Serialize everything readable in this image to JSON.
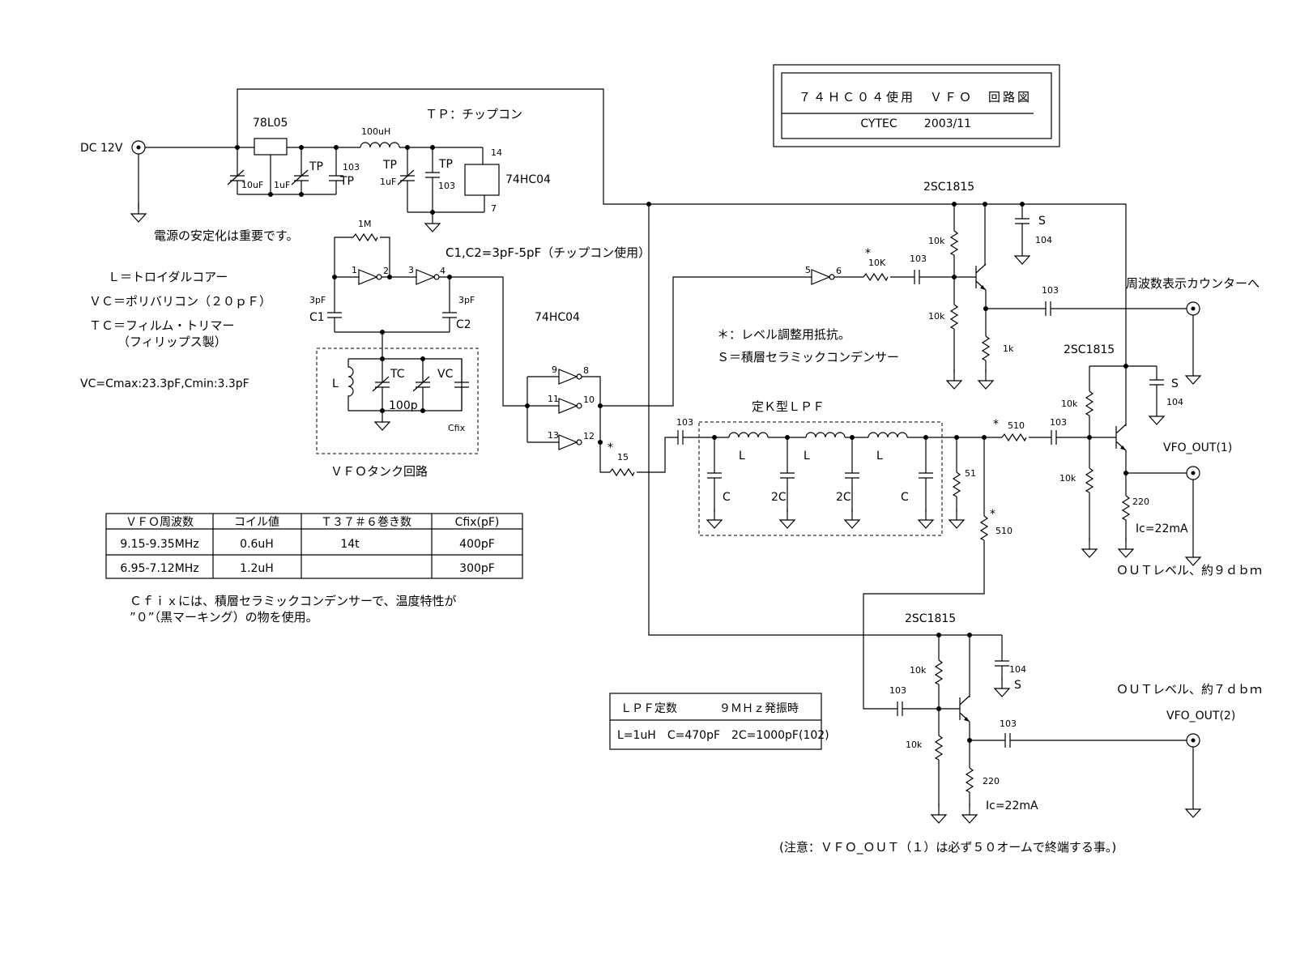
{
  "title_box": {
    "title": "７４ＨＣ０４使用　ＶＦＯ　回路図",
    "maker": "CYTEC",
    "date": "2003/11"
  },
  "power": {
    "dc_label": "DC 12V",
    "regulator": "78L05",
    "inductor": "100uH",
    "tp_title": "ＴＰ：チップコン",
    "c1": "10uF",
    "c2": "1uF",
    "c3": "1uF",
    "tp1": "TP",
    "tp2": "TP",
    "tp3": "TP",
    "tp4": "TP",
    "c103a": "103",
    "c103b": "103",
    "ic": "74HC04",
    "pin14": "14",
    "pin7": "7",
    "note": "電源の安定化は重要です。"
  },
  "notes": {
    "l": "Ｌ＝トロイダルコアー",
    "vc": "ＶＣ＝ポリバリコン（２０ｐＦ）",
    "tc": "ＴＣ＝フィルム・トリマー",
    "tc2": "（フィリップス製）",
    "vc_range": "VC=Cmax:23.3pF,Cmin:3.3pF",
    "c1c2": "C1,C2=3pF-5pF（チップコン使用）",
    "level": "＊：レベル調整用抵抗。",
    "s_cap": "Ｓ＝積層セラミックコンデンサー",
    "cfix1": "Ｃｆｉｘには、積層セラミックコンデンサーで、温度特性が",
    "cfix2": "”０”（黒マーキング）の物を使用。",
    "warning": "(注意：ＶＦＯ_ＯＵＴ（１）は必ず５０オームで終端する事。)"
  },
  "osc": {
    "r1m": "1M",
    "p1": "1",
    "p2": "2",
    "p3": "3",
    "p4": "4",
    "c1_val": "3pF",
    "c1_name": "C1",
    "c2_val": "3pF",
    "c2_name": "C2",
    "ic": "74HC04",
    "tank_l": "L",
    "tank_tc": "TC",
    "tank_vc": "VC",
    "tank_100p": "100p",
    "tank_cfix": "Cfix",
    "tank_title": "ＶＦＯタンク回路"
  },
  "buffers": {
    "p9": "9",
    "p8": "8",
    "p11": "11",
    "p10": "10",
    "p13": "13",
    "p12": "12",
    "p5": "5",
    "p6": "6",
    "r15_star": "*",
    "r15": "15"
  },
  "lpf": {
    "title": "定Ｋ型ＬＰＦ",
    "c_in": "103",
    "l1": "L",
    "l2": "L",
    "l3": "L",
    "c1": "C",
    "c2": "2C",
    "c3": "2C",
    "c4": "C",
    "r51": "51",
    "r510a_star": "*",
    "r510a": "510",
    "r510b_star": "*",
    "r510b": "510"
  },
  "stage_counter": {
    "tr": "2SC1815",
    "r_star": "*",
    "r_in": "10K",
    "c_in": "103",
    "rb1": "10k",
    "rb2": "10k",
    "re": "1k",
    "c_out": "103",
    "s": "S",
    "s_val": "104",
    "out_label": "周波数表示カウンターへ"
  },
  "stage_out1": {
    "tr": "2SC1815",
    "c_in": "103",
    "rb1": "10k",
    "rb2": "10k",
    "re": "220",
    "ic": "Ic=22mA",
    "s": "S",
    "s_val": "104",
    "out_label": "VFO_OUT(1)",
    "level": "ＯＵＴレベル、約９ｄｂｍ"
  },
  "stage_out2": {
    "tr": "2SC1815",
    "c_in": "103",
    "rb1": "10k",
    "rb2": "10k",
    "re": "220",
    "ic": "Ic=22mA",
    "s": "S",
    "s_val": "104",
    "c_out": "103",
    "out_label": "VFO_OUT(2)",
    "level": "ＯＵＴレベル、約７ｄｂｍ"
  },
  "freq_table": {
    "headers": [
      "ＶＦＯ周波数",
      "コイル値",
      "Ｔ３７＃６巻き数",
      "Cfix(pF)"
    ],
    "rows": [
      [
        "9.15-9.35MHz",
        "0.6uH",
        "14t",
        "400pF"
      ],
      [
        "6.95-7.12MHz",
        "1.2uH",
        "",
        "300pF"
      ]
    ]
  },
  "lpf_table": {
    "header1": "ＬＰＦ定数",
    "header2": "９ＭＨｚ発振時",
    "row": "L=1uH　C=470pF　2C=1000pF(102)"
  }
}
